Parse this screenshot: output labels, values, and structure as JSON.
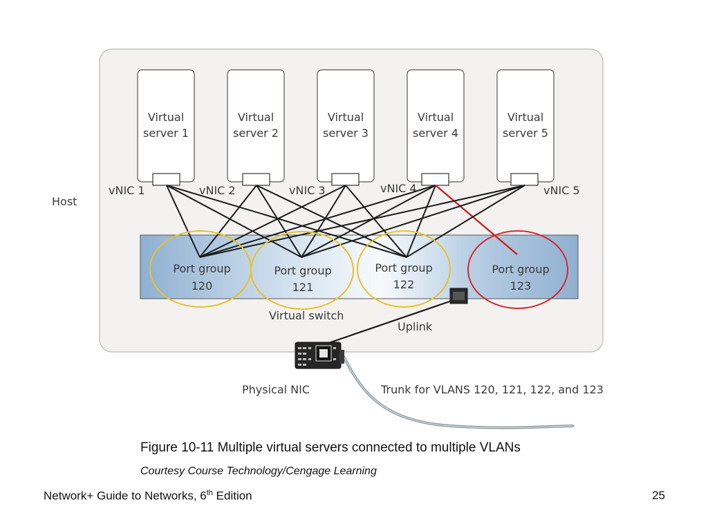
{
  "diagram": {
    "host_label": "Host",
    "servers": [
      {
        "line1": "Virtual",
        "line2": "server 1",
        "vnic": "vNIC 1"
      },
      {
        "line1": "Virtual",
        "line2": "server 2",
        "vnic": "vNIC 2"
      },
      {
        "line1": "Virtual",
        "line2": "server 3",
        "vnic": "vNIC 3"
      },
      {
        "line1": "Virtual",
        "line2": "server 4",
        "vnic": "vNIC 4"
      },
      {
        "line1": "Virtual",
        "line2": "server 5",
        "vnic": "vNIC 5"
      }
    ],
    "port_groups": [
      {
        "line1": "Port group",
        "line2": "120"
      },
      {
        "line1": "Port group",
        "line2": "121"
      },
      {
        "line1": "Port group",
        "line2": "122"
      },
      {
        "line1": "Port group",
        "line2": "123"
      }
    ],
    "switch_label": "Virtual switch",
    "uplink_label": "Uplink",
    "physical_nic_label": "Physical NIC",
    "trunk_label": "Trunk for VLANS 120, 121, 122, and 123",
    "colors": {
      "yellow_ring": "#e8c22a",
      "red_ring": "#d42a2a",
      "red_link": "#cc1f1f",
      "switch_fill": "#9fbbd8",
      "host_fill": "#f3f2f1"
    }
  },
  "caption": "Figure 10-11 Multiple virtual servers connected to multiple VLANs",
  "courtesy": "Courtesy Course Technology/Cengage Learning",
  "footer": {
    "title_pre": "Network+ Guide to Networks, 6",
    "title_sup": "th",
    "title_post": " Edition",
    "page": "25"
  }
}
